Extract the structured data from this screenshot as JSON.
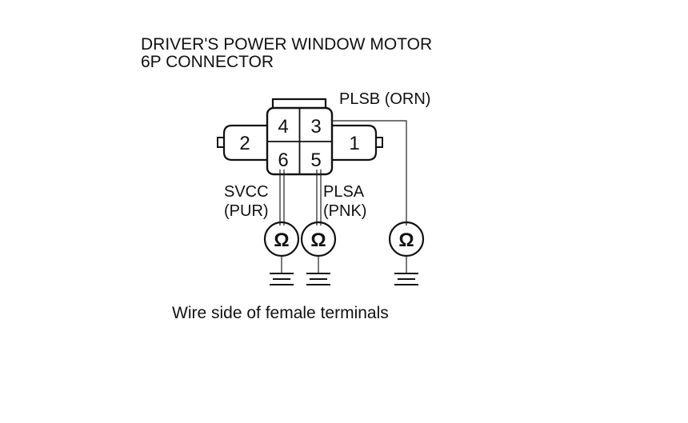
{
  "title": {
    "line1": "DRIVER'S POWER WINDOW MOTOR",
    "line2": "6P CONNECTOR"
  },
  "connector": {
    "pins": [
      "4",
      "3",
      "6",
      "5",
      "2",
      "1"
    ]
  },
  "wires": {
    "plsb": "PLSB (ORN)",
    "svcc_line1": "SVCC",
    "svcc_line2": "(PUR)",
    "plsa_line1": "PLSA",
    "plsa_line2": "(PNK)"
  },
  "meter_symbol": "Ω",
  "caption": "Wire side of female terminals"
}
